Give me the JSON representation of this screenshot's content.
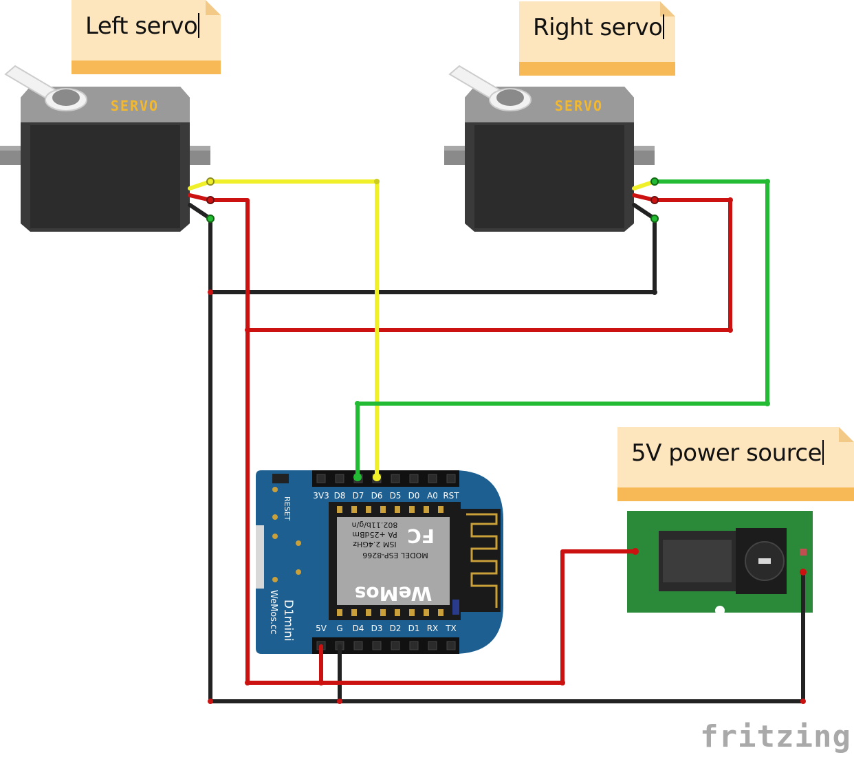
{
  "notes": {
    "left_servo": "Left servo",
    "right_servo": "Right servo",
    "power": "5V power source"
  },
  "servo_label": "SERVO",
  "board": {
    "top_pins": [
      "3V3",
      "D8",
      "D7",
      "D6",
      "D5",
      "D0",
      "A0",
      "RST"
    ],
    "bottom_pins": [
      "5V",
      "G",
      "D4",
      "D3",
      "D2",
      "D1",
      "RX",
      "TX"
    ],
    "reset_label": "RESET",
    "name": "D1mini",
    "brand_url": "WeMos.cc",
    "module_lines": [
      "MODEL  ESP-8266",
      "ISM 2.4GHz",
      "PA +25dBm",
      "802.11b/g/n"
    ],
    "module_brand": "WeMos",
    "fcc": "FC"
  },
  "watermark": "fritzing",
  "colors": {
    "signal_left": "#f0f02a",
    "signal_right": "#22bb33",
    "power": "#cc1111",
    "ground": "#222222",
    "board_blue": "#1d5f91",
    "note_body": "#fde5bd",
    "note_bar": "#f7b955"
  }
}
